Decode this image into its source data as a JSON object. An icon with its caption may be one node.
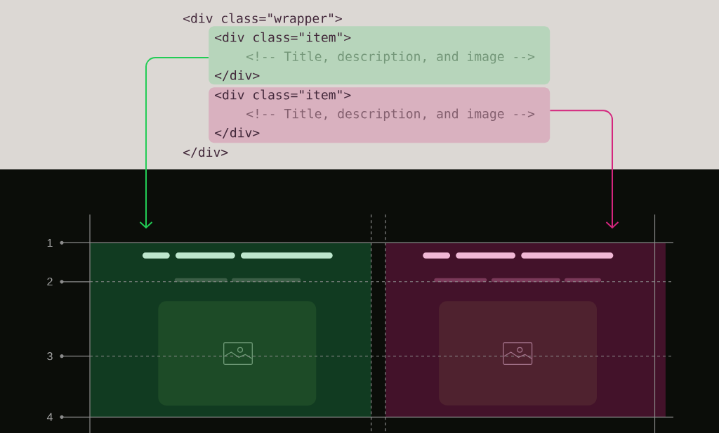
{
  "diagram": {
    "nodes": [
      {
        "text": [
          "<div class=\"item\">",
          "<!-- Title, description, and image -->",
          "</div>"
        ]
      },
      {
        "text": [
          "<div class=\"item\">",
          "<!-- Title, description, and image -->",
          "</div>"
        ]
      },
      {
        "text": [],
        "shape": "box"
      },
      {
        "text": [],
        "shape": "box"
      }
    ],
    "edges": [
      {
        "from": 0,
        "to": 2,
        "arrow": "to",
        "color": "#22cc55"
      },
      {
        "from": 1,
        "to": 3,
        "arrow": "to",
        "color": "#d4267e"
      }
    ],
    "labels": [
      "<div class=\"wrapper\">",
      "</div>",
      "1",
      "2",
      "3",
      "4"
    ]
  }
}
